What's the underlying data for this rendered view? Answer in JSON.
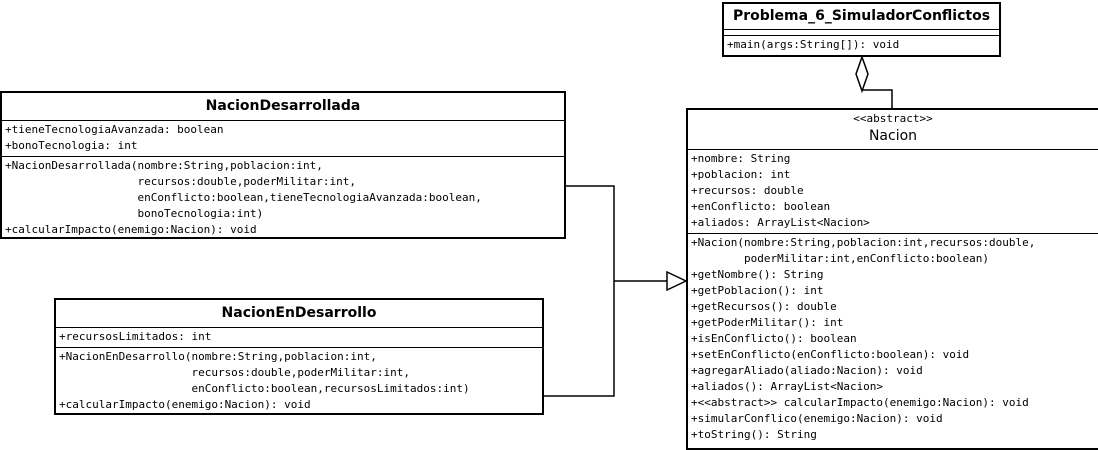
{
  "classes": {
    "problema": {
      "name": "Problema_6_SimuladorConflictos",
      "attributes": [],
      "methods": [
        "+main(args:String[]): void"
      ]
    },
    "nacion": {
      "stereotype": "<<abstract>>",
      "name": "Nacion",
      "attributes": [
        "+nombre: String",
        "+poblacion: int",
        "+recursos: double",
        "+enConflicto: boolean",
        "+aliados: ArrayList<Nacion>"
      ],
      "methods": [
        "+Nacion(nombre:String,poblacion:int,recursos:double,",
        "        poderMilitar:int,enConflicto:boolean)",
        "+getNombre(): String",
        "+getPoblacion(): int",
        "+getRecursos(): double",
        "+getPoderMilitar(): int",
        "+isEnConflicto(): boolean",
        "+setEnConflicto(enConflicto:boolean): void",
        "+agregarAliado(aliado:Nacion): void",
        "+aliados(): ArrayList<Nacion>",
        "+<<abstract>> calcularImpacto(enemigo:Nacion): void",
        "+simularConflico(enemigo:Nacion): void",
        "+toString(): String"
      ]
    },
    "desarrollada": {
      "name": "NacionDesarrollada",
      "attributes": [
        "+tieneTecnologiaAvanzada: boolean",
        "+bonoTecnologia: int"
      ],
      "methods": [
        "+NacionDesarrollada(nombre:String,poblacion:int,",
        "                    recursos:double,poderMilitar:int,",
        "                    enConflicto:boolean,tieneTecnologiaAvanzada:boolean,",
        "                    bonoTecnologia:int)",
        "+calcularImpacto(enemigo:Nacion): void"
      ]
    },
    "endesarrollo": {
      "name": "NacionEnDesarrollo",
      "attributes": [
        "+recursosLimitados: int"
      ],
      "methods": [
        "+NacionEnDesarrollo(nombre:String,poblacion:int,",
        "                    recursos:double,poderMilitar:int,",
        "                    enConflicto:boolean,recursosLimitados:int)",
        "+calcularImpacto(enemigo:Nacion): void"
      ]
    }
  },
  "relations": [
    {
      "type": "aggregation",
      "whole": "Problema_6_SimuladorConflictos",
      "part": "Nacion"
    },
    {
      "type": "generalization",
      "child": "NacionDesarrollada",
      "parent": "Nacion"
    },
    {
      "type": "generalization",
      "child": "NacionEnDesarrollo",
      "parent": "Nacion"
    }
  ]
}
